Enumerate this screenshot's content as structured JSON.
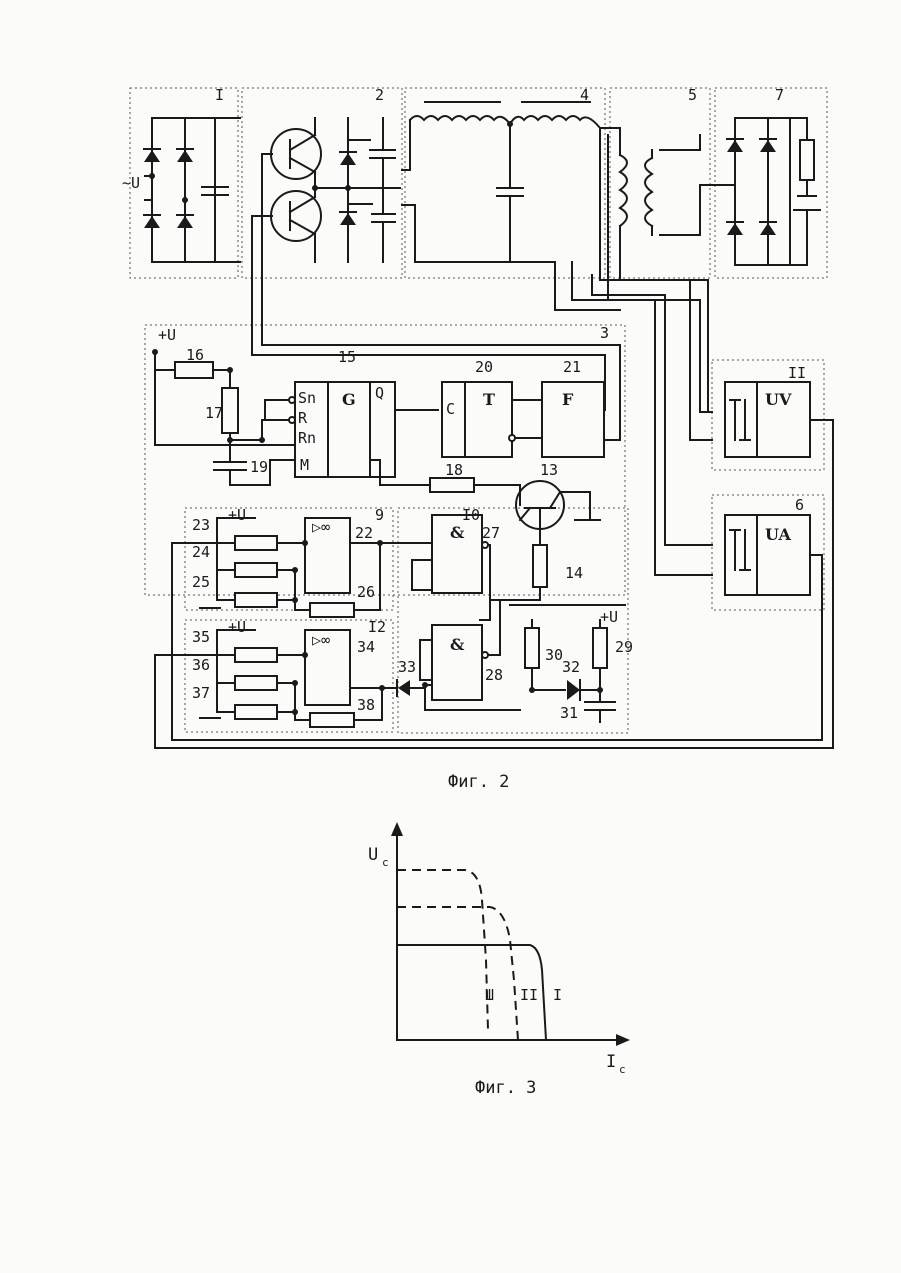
{
  "figure2": {
    "caption": "Фиг. 2",
    "block_labels": {
      "b1": "I",
      "b2": "2",
      "b4": "4",
      "b5": "5",
      "b7": "7",
      "b3": "3",
      "b11": "II",
      "b6": "6",
      "b9": "9",
      "b10": "I0",
      "b12": "I2",
      "n13": "13",
      "n14": "14",
      "n15": "15",
      "n16": "16",
      "n17": "17",
      "n18": "18",
      "n19": "19",
      "n20": "20",
      "n21": "21",
      "n22": "22",
      "n23": "23",
      "n24": "24",
      "n25": "25",
      "n26": "26",
      "n27": "27",
      "n28": "28",
      "n29": "29",
      "n30": "30",
      "n31": "31",
      "n32": "32",
      "n33": "33",
      "n34": "34",
      "n35": "35",
      "n36": "36",
      "n37": "37",
      "n38": "38"
    },
    "supply_labels": {
      "ac_input": "~U",
      "plus_u_1": "+U",
      "plus_u_2": "+U",
      "plus_u_3": "+U",
      "plus_u_4": "+U"
    },
    "chip_labels": {
      "g": "G",
      "g_sn": "Sn",
      "g_r": "R",
      "g_rn": "Rn",
      "g_m": "M",
      "g_q": "Q",
      "t_c": "C",
      "t": "T",
      "f": "F",
      "uv": "UV",
      "ua": "UA",
      "and1": "&",
      "and2": "&",
      "opamp1": "▷∞",
      "opamp2": "▷∞"
    }
  },
  "figure3": {
    "caption": "Фиг. 3",
    "y_axis_label": "U",
    "y_axis_sub": "c",
    "x_axis_label": "I",
    "x_axis_sub": "c",
    "curve_labels": [
      "Ш",
      "II",
      "I"
    ]
  }
}
